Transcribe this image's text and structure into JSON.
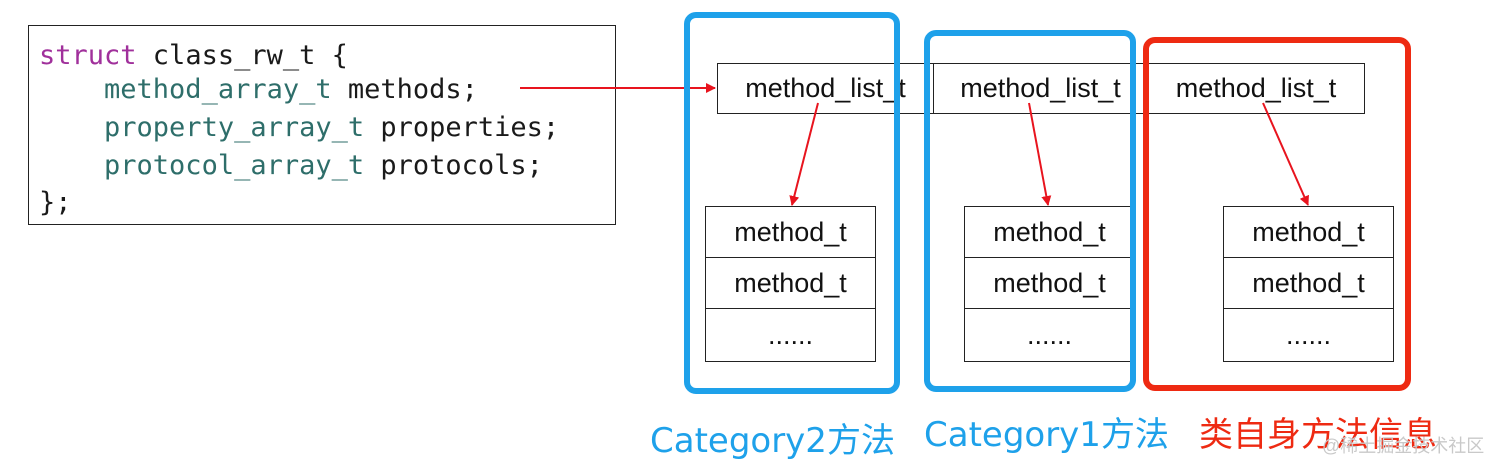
{
  "code": {
    "line1_kw": "struct",
    "line1_rest": " class_rw_t {",
    "line2_type": "method_array_t",
    "line2_rest": " methods;",
    "line3_type": "property_array_t",
    "line3_rest": " properties;",
    "line4_type": "protocol_array_t",
    "line4_rest": " protocols;",
    "line5": "};"
  },
  "method_list_label": "method_list_t",
  "groups": [
    {
      "caption": "Category2方法",
      "color": "#1ea1ea",
      "methods": [
        "method_t",
        "method_t",
        "......"
      ]
    },
    {
      "caption": "Category1方法",
      "color": "#1ea1ea",
      "methods": [
        "method_t",
        "method_t",
        "......"
      ]
    },
    {
      "caption": "类自身方法信息",
      "color": "#ee2a12",
      "methods": [
        "method_t",
        "method_t",
        "......"
      ]
    }
  ],
  "arrow_color": "#e8141e",
  "watermark": "@稀土掘金技术社区"
}
